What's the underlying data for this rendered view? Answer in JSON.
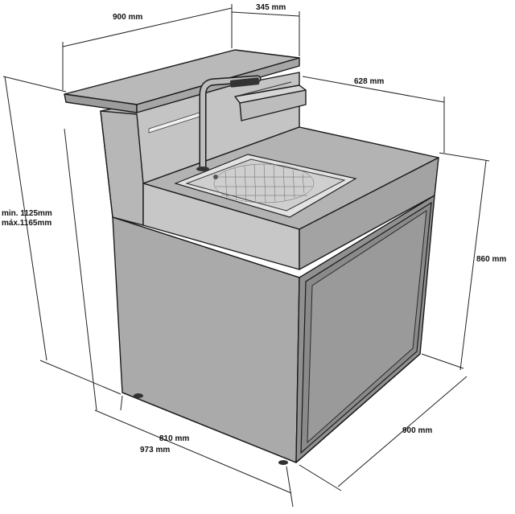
{
  "dimensions": {
    "top_width": "900 mm",
    "top_depth": "345 mm",
    "counter_depth": "628 mm",
    "height_range_line1": "min. 1125mm",
    "height_range_line2": "máx.1165mm",
    "cabinet_height": "860 mm",
    "base_width": "810 mm",
    "overall_width": "973 mm",
    "side_depth": "900 mm"
  },
  "colors": {
    "top_surface": "#b3b3b3",
    "front_panel": "#a9a9a9",
    "side_panel": "#909090",
    "backsplash": "#c3c3c3",
    "sink": "#d9d9d9",
    "outline": "#1a1a1a"
  }
}
